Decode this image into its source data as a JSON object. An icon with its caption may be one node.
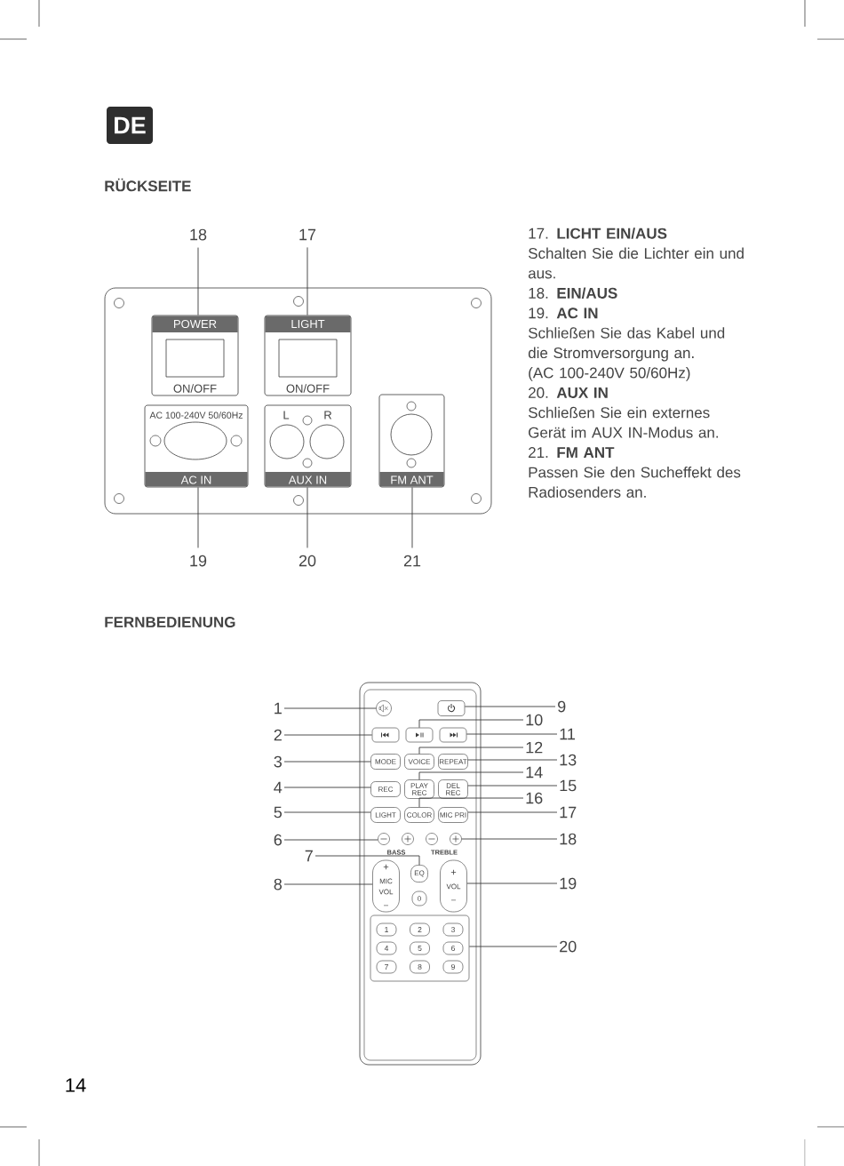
{
  "diagram": {
    "nodes": [
      {
        "text": [
          "DE"
        ]
      },
      {
        "text": [
          "18"
        ]
      },
      {
        "text": [
          "17"
        ]
      },
      {
        "text": [],
        "shape": "box"
      },
      {
        "text": [
          "POWER",
          "ON/OFF"
        ],
        "in": 3
      },
      {
        "text": [
          "LIGHT",
          "ON/OFF"
        ],
        "in": 3
      },
      {
        "text": [
          "AC 100-240V 50/60Hz",
          "AC IN"
        ],
        "in": 3
      },
      {
        "text": [
          "L",
          "R",
          "AUX IN"
        ],
        "in": 3
      },
      {
        "text": [
          "FM ANT"
        ],
        "in": 3
      },
      {
        "text": [
          "19"
        ]
      },
      {
        "text": [
          "20"
        ]
      },
      {
        "text": [
          "21"
        ]
      },
      {
        "text": [
          "1"
        ]
      },
      {
        "text": [
          "2"
        ]
      },
      {
        "text": [
          "3"
        ]
      },
      {
        "text": [
          "4"
        ]
      },
      {
        "text": [
          "5"
        ]
      },
      {
        "text": [
          "6"
        ]
      },
      {
        "text": [
          "7"
        ]
      },
      {
        "text": [
          "8"
        ]
      },
      {
        "text": [],
        "shape": "box"
      },
      {
        "text": [],
        "shape": "circle",
        "in": 20
      },
      {
        "text": [],
        "shape": "box",
        "in": 20
      },
      {
        "text": [],
        "shape": "box",
        "in": 20
      },
      {
        "text": [],
        "shape": "box",
        "in": 20
      },
      {
        "text": [],
        "shape": "box",
        "in": 20
      },
      {
        "text": [
          "MODE"
        ],
        "in": 20
      },
      {
        "text": [
          "VOICE"
        ],
        "in": 20
      },
      {
        "text": [
          "REPEAT"
        ],
        "in": 20
      },
      {
        "text": [
          "REC"
        ],
        "in": 20
      },
      {
        "text": [
          "PLAY REC"
        ],
        "in": 20
      },
      {
        "text": [
          "DEL REC"
        ],
        "in": 20
      },
      {
        "text": [
          "LIGHT"
        ],
        "in": 20
      },
      {
        "text": [
          "COLOR"
        ],
        "in": 20
      },
      {
        "text": [
          "MIC PRI"
        ],
        "in": 20
      },
      {
        "text": [],
        "shape": "circle",
        "in": 20
      },
      {
        "text": [],
        "shape": "circle",
        "in": 20
      },
      {
        "text": [],
        "shape": "circle",
        "in": 20
      },
      {
        "text": [],
        "shape": "circle",
        "in": 20
      },
      {
        "text": [
          "EQ"
        ],
        "in": 20
      },
      {
        "text": [
          "+",
          "MIC VOL",
          "–"
        ],
        "in": 20
      },
      {
        "text": [
          "0"
        ],
        "in": 20
      },
      {
        "text": [
          "+",
          "VOL",
          "–"
        ],
        "in": 20
      },
      {
        "text": [],
        "shape": "box",
        "in": 20
      },
      {
        "text": [
          "1"
        ],
        "in": 43
      },
      {
        "text": [
          "2"
        ],
        "in": 43
      },
      {
        "text": [
          "3"
        ],
        "in": 43
      },
      {
        "text": [
          "4"
        ],
        "in": 43
      },
      {
        "text": [
          "5"
        ],
        "in": 43
      },
      {
        "text": [
          "6"
        ],
        "in": 43
      },
      {
        "text": [
          "7"
        ],
        "in": 43
      },
      {
        "text": [
          "8"
        ],
        "in": 43
      },
      {
        "text": [
          "9"
        ],
        "in": 43
      },
      {
        "text": [
          "9"
        ]
      },
      {
        "text": [
          "10"
        ]
      },
      {
        "text": [
          "11"
        ]
      },
      {
        "text": [
          "12"
        ]
      },
      {
        "text": [
          "13"
        ]
      },
      {
        "text": [
          "14"
        ]
      },
      {
        "text": [
          "15"
        ]
      },
      {
        "text": [
          "16"
        ]
      },
      {
        "text": [
          "17"
        ]
      },
      {
        "text": [
          "18"
        ]
      },
      {
        "text": [
          "19"
        ]
      },
      {
        "text": [
          "20"
        ]
      }
    ],
    "edges": [
      {
        "from": 1,
        "to": 4,
        "arrow": "none"
      },
      {
        "from": 2,
        "to": 5,
        "arrow": "none"
      },
      {
        "from": 9,
        "to": 6,
        "arrow": "none"
      },
      {
        "from": 10,
        "to": 7,
        "arrow": "none"
      },
      {
        "from": 11,
        "to": 8,
        "arrow": "none"
      },
      {
        "from": 12,
        "to": 21,
        "arrow": "none"
      },
      {
        "from": 13,
        "to": 23,
        "arrow": "none"
      },
      {
        "from": 14,
        "to": 26,
        "arrow": "none"
      },
      {
        "from": 15,
        "to": 29,
        "arrow": "none"
      },
      {
        "from": 16,
        "to": 32,
        "arrow": "none"
      },
      {
        "from": 17,
        "to": 35,
        "arrow": "none"
      },
      {
        "from": 18,
        "to": 39,
        "arrow": "none"
      },
      {
        "from": 19,
        "to": 40,
        "arrow": "none"
      },
      {
        "from": 53,
        "to": 22,
        "arrow": "none"
      },
      {
        "from": 54,
        "to": 24,
        "arrow": "none"
      },
      {
        "from": 55,
        "to": 25,
        "arrow": "none"
      },
      {
        "from": 56,
        "to": 27,
        "arrow": "none"
      },
      {
        "from": 57,
        "to": 28,
        "arrow": "none"
      },
      {
        "from": 58,
        "to": 30,
        "arrow": "none"
      },
      {
        "from": 59,
        "to": 31,
        "arrow": "none"
      },
      {
        "from": 60,
        "to": 33,
        "arrow": "none"
      },
      {
        "from": 61,
        "to": 34,
        "arrow": "none"
      },
      {
        "from": 62,
        "to": 38,
        "arrow": "none"
      },
      {
        "from": 63,
        "to": 42,
        "arrow": "none"
      },
      {
        "from": 64,
        "to": 43,
        "arrow": "none"
      }
    ],
    "labels": [
      "RÜCKSEITE",
      "17. **LICHT EIN/AUS**",
      "Schalten Sie die Lichter ein und aus.",
      "18. **EIN/AUS**",
      "19. **AC IN**",
      "Schließen Sie das Kabel und die Stromversorgung an.",
      "(AC 100-240V 50/60Hz)",
      "20. **AUX IN**",
      "Schließen Sie ein externes Gerät im AUX IN-Modus an.",
      "21. **FM ANT**",
      "Passen Sie den Sucheffekt des Radiosenders an.",
      "FERNBEDIENUNG",
      "BASS",
      "TREBLE",
      "14"
    ]
  }
}
